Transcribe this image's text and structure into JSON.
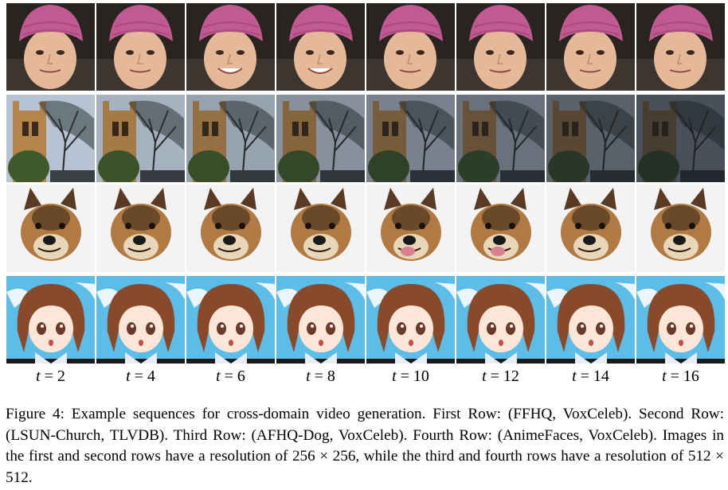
{
  "figure": {
    "rows": [
      {
        "key": "ffhq-face",
        "frames": 8
      },
      {
        "key": "church-tree",
        "frames": 8
      },
      {
        "key": "dog",
        "frames": 8
      },
      {
        "key": "anime-girl",
        "frames": 8
      }
    ],
    "time_labels": [
      {
        "var": "t",
        "value": "2"
      },
      {
        "var": "t",
        "value": "4"
      },
      {
        "var": "t",
        "value": "6"
      },
      {
        "var": "t",
        "value": "8"
      },
      {
        "var": "t",
        "value": "10"
      },
      {
        "var": "t",
        "value": "12"
      },
      {
        "var": "t",
        "value": "14"
      },
      {
        "var": "t",
        "value": "16"
      }
    ],
    "caption": "Figure 4: Example sequences for cross-domain video generation. First Row: (FFHQ, VoxCeleb). Second Row: (LSUN-Church, TLVDB). Third Row: (AFHQ-Dog, VoxCeleb). Fourth Row: (AnimeFaces, VoxCeleb). Images in the first and second rows have a resolution of 256 × 256, while the third and fourth rows have a resolution of 512 × 512."
  },
  "colors": {
    "hat": "#c25a92",
    "skin": "#e6b89a",
    "church": "#b4854a",
    "sky": "#b7c3d2",
    "dog_fur": "#b07a42",
    "anime_sky": "#5bbde8",
    "anime_hair": "#8a4a2a"
  }
}
